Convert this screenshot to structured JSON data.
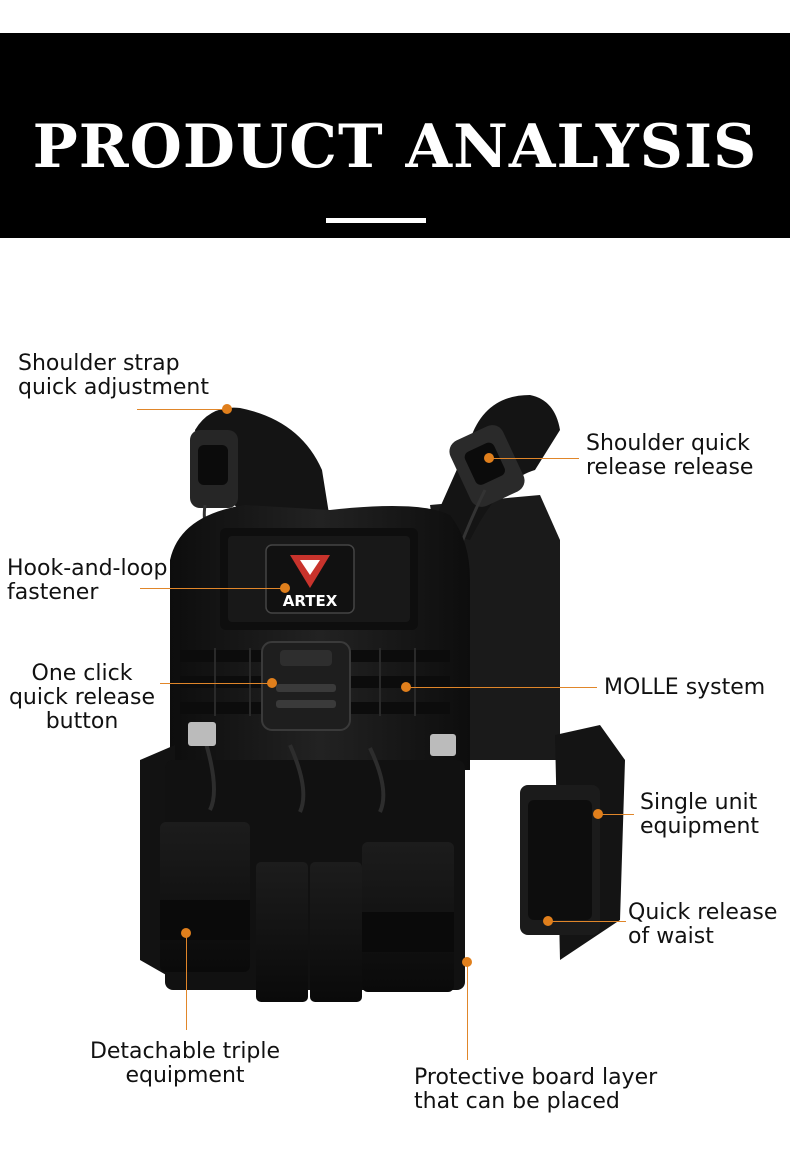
{
  "header": {
    "title": "PRODUCT ANALYSIS"
  },
  "product": {
    "patch_text": "ARTEX"
  },
  "callouts": [
    {
      "id": "shoulder-strap",
      "text": "Shoulder strap\nquick adjustment"
    },
    {
      "id": "shoulder-release",
      "text": "Shoulder quick\nrelease release"
    },
    {
      "id": "hook-loop",
      "text": "Hook-and-loop\nfastener"
    },
    {
      "id": "one-click",
      "text": "One click\nquick release\nbutton"
    },
    {
      "id": "molle",
      "text": "MOLLE system"
    },
    {
      "id": "single-unit",
      "text": "Single unit\nequipment"
    },
    {
      "id": "waist-release",
      "text": "Quick release\nof waist"
    },
    {
      "id": "triple",
      "text": "Detachable triple\nequipment"
    },
    {
      "id": "board-layer",
      "text": "Protective board layer\nthat can be placed"
    }
  ],
  "colors": {
    "header_bg": "#000000",
    "accent": "#e07f1c",
    "vest": "#151515"
  }
}
